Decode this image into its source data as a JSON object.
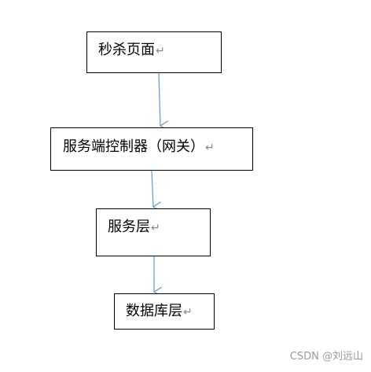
{
  "diagram": {
    "nodes": [
      {
        "id": "seckill-page",
        "label": "秒杀页面",
        "mark": "↵"
      },
      {
        "id": "server-controller",
        "label": "服务端控制器（网关）",
        "mark": "↵"
      },
      {
        "id": "service-layer",
        "label": "服务层",
        "mark": "↵"
      },
      {
        "id": "database-layer",
        "label": "数据库层",
        "mark": "↵"
      }
    ],
    "edges": [
      {
        "from": "seckill-page",
        "to": "server-controller"
      },
      {
        "from": "server-controller",
        "to": "service-layer"
      },
      {
        "from": "service-layer",
        "to": "database-layer"
      }
    ],
    "arrow_color": "#5b9bd5"
  },
  "watermark": "CSDN @刘远山"
}
